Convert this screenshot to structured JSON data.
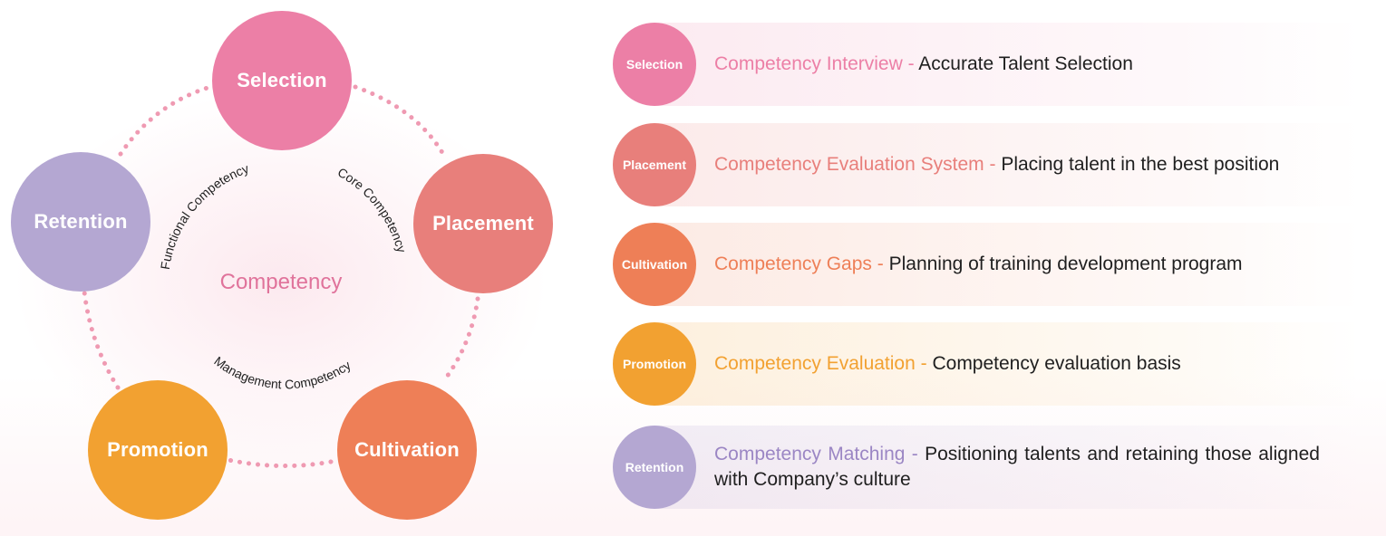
{
  "diagram": {
    "center_label": "Competency",
    "inner_labels": {
      "functional": "Functional Competency",
      "core": "Core Competency",
      "management": "Management Competency"
    },
    "nodes": {
      "selection": "Selection",
      "placement": "Placement",
      "cultivation": "Cultivation",
      "promotion": "Promotion",
      "retention": "Retention"
    }
  },
  "rows": [
    {
      "badge": "Selection",
      "title": "Competency Interview",
      "separator": " - ",
      "description": "Accurate Talent Selection",
      "color": "#ec7fa6"
    },
    {
      "badge": "Placement",
      "title": "Competency Evaluation System",
      "separator": " - ",
      "description": "Placing talent in the best position",
      "color": "#e87f7b"
    },
    {
      "badge": "Cultivation",
      "title": "Competency Gaps",
      "separator": " - ",
      "description": "Planning of training development program",
      "color": "#ee7f57"
    },
    {
      "badge": "Promotion",
      "title": "Competency Evaluation",
      "separator": " - ",
      "description": "Competency evaluation basis",
      "color": "#f2a131"
    },
    {
      "badge": "Retention",
      "title": "Competency Matching",
      "separator": " - ",
      "description": "Positioning talents and retaining those aligned with Company’s culture",
      "color": "#b4a7d2"
    }
  ],
  "colors": {
    "selection": "#ec7fa6",
    "placement": "#e87f7b",
    "cultivation": "#ee7f57",
    "promotion": "#f2a131",
    "retention": "#b4a7d2",
    "dots": "#ef9ab2",
    "center_text": "#e0739b"
  }
}
